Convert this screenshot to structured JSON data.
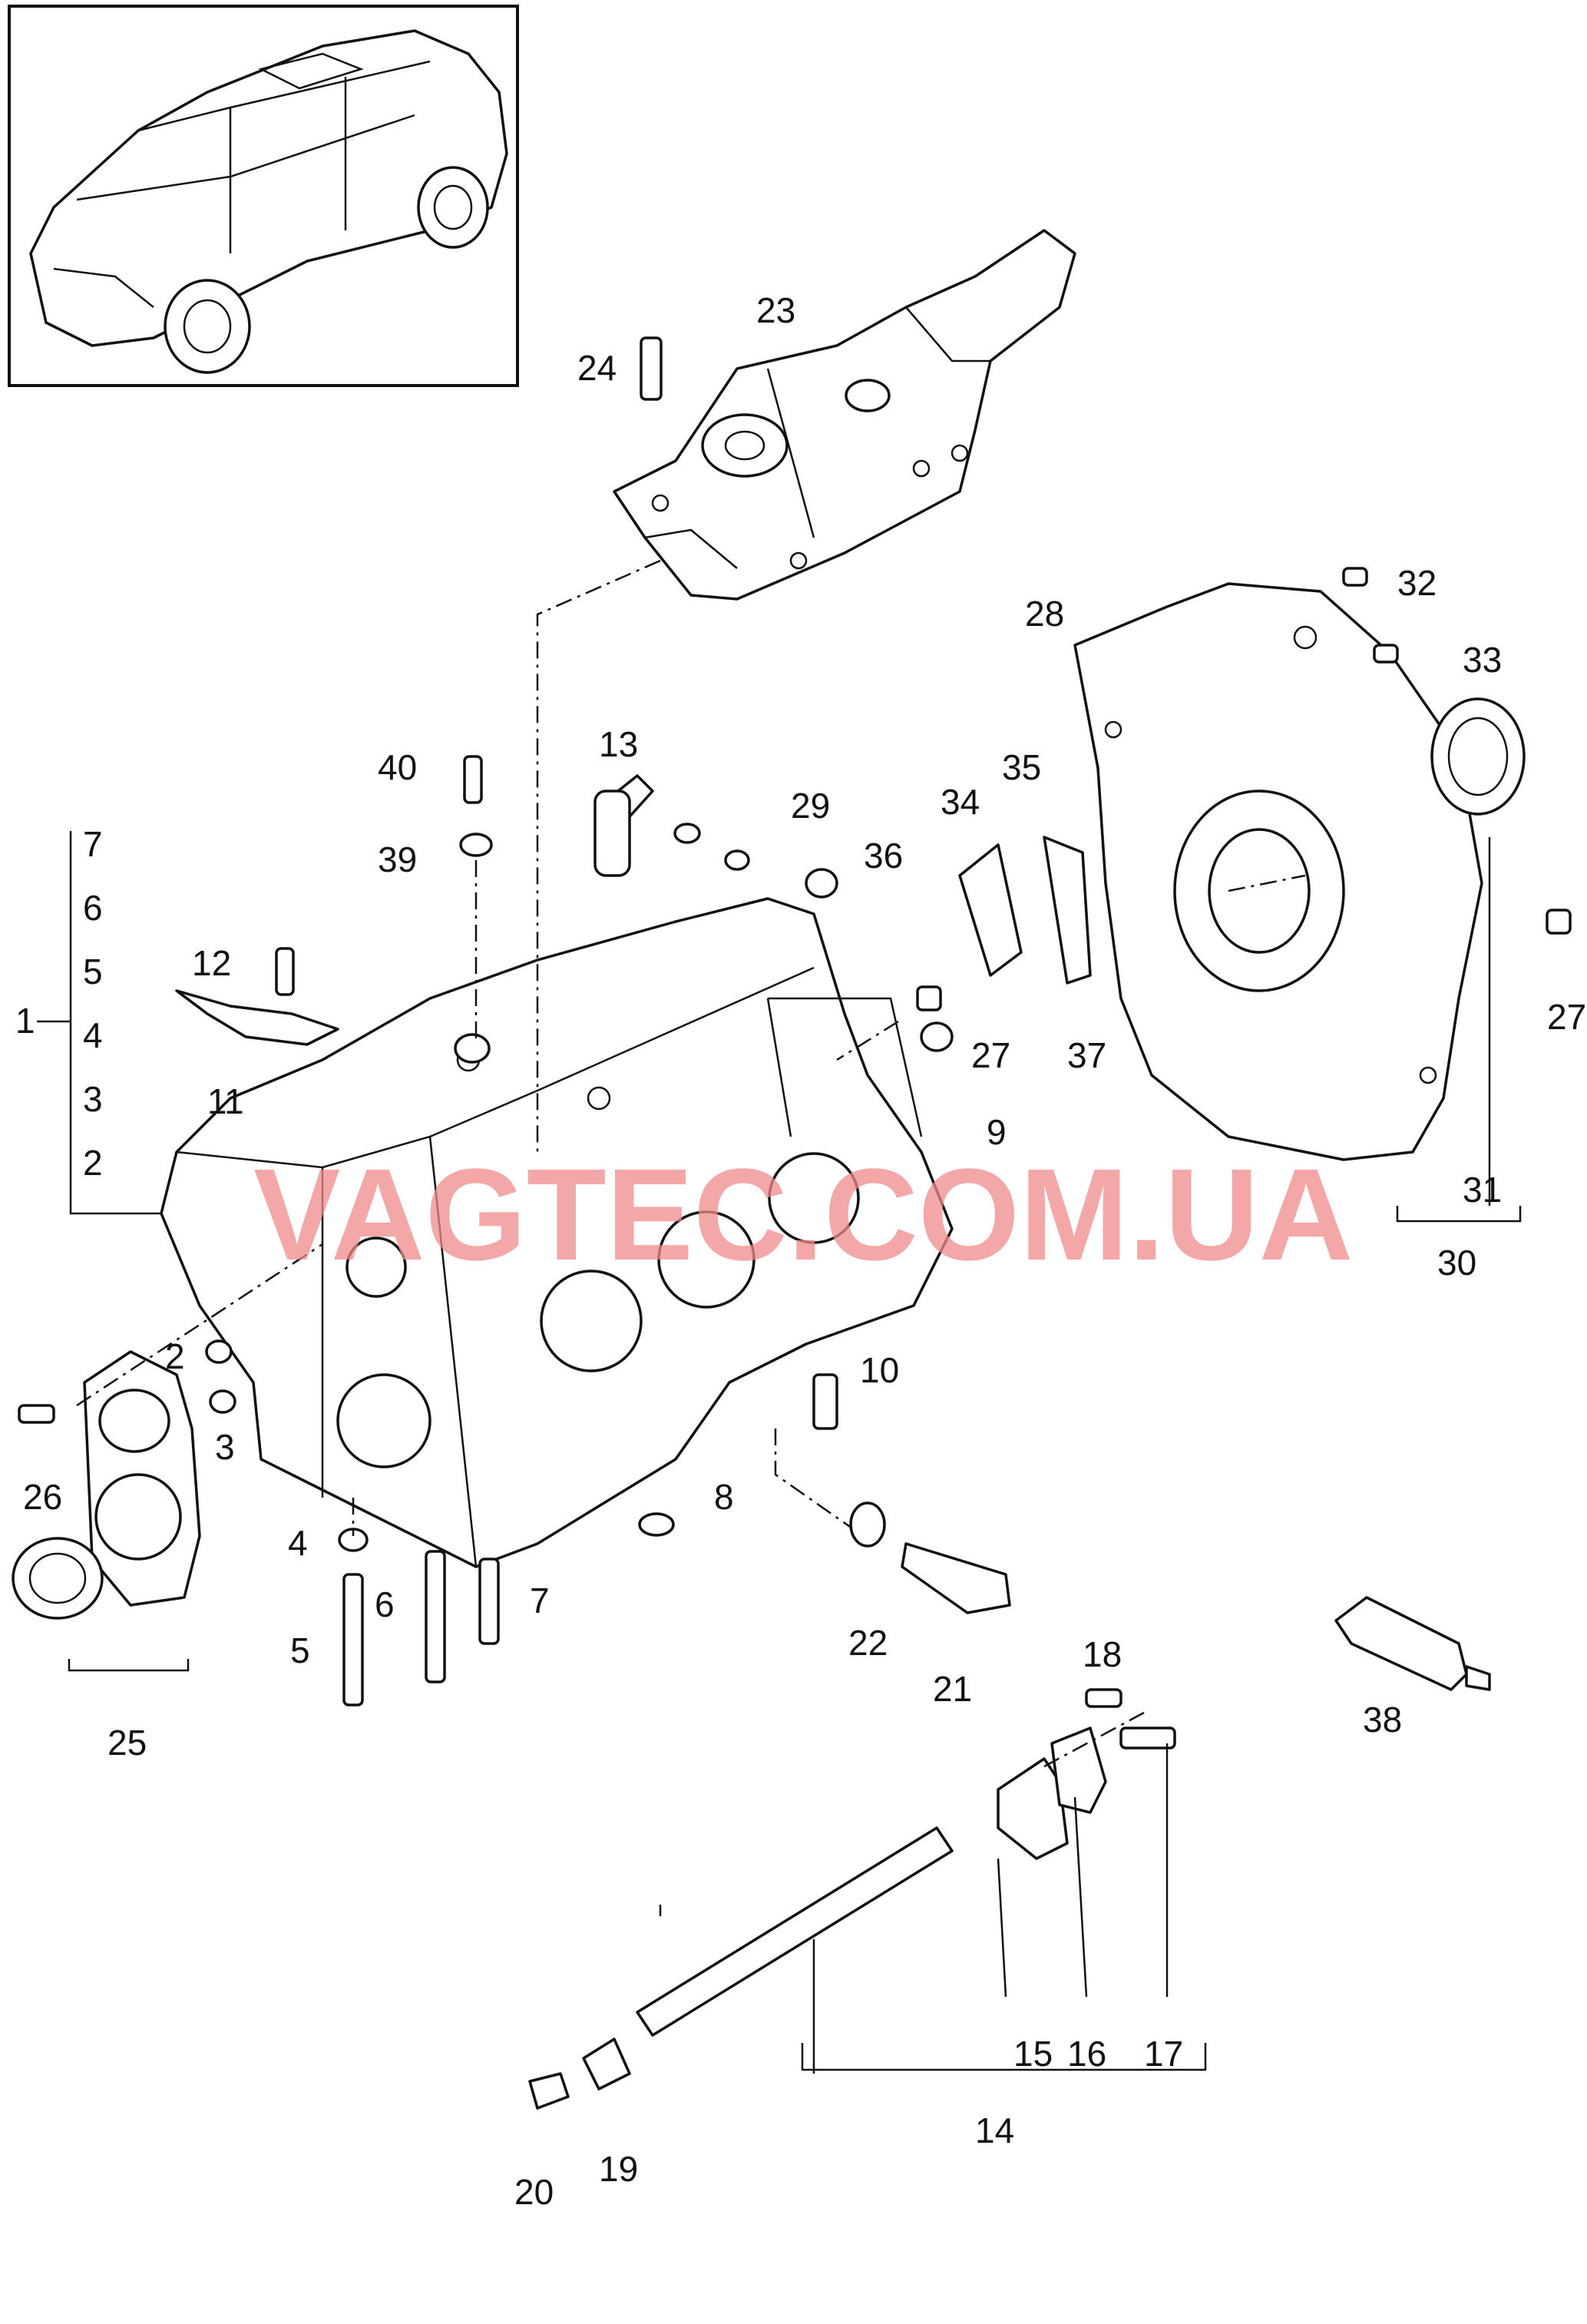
{
  "watermark": "VAGTEC.COM.UA",
  "callouts": [
    "1",
    "2",
    "3",
    "4",
    "5",
    "6",
    "7",
    "2",
    "3",
    "4",
    "5",
    "6",
    "7",
    "8",
    "9",
    "10",
    "11",
    "12",
    "13",
    "14",
    "15",
    "16",
    "17",
    "18",
    "19",
    "20",
    "21",
    "22",
    "23",
    "24",
    "25",
    "26",
    "27",
    "27",
    "28",
    "29",
    "30",
    "31",
    "32",
    "33",
    "34",
    "35",
    "36",
    "37",
    "38",
    "39",
    "40"
  ],
  "parts": {
    "vehicle": "vehicle-thumbnail",
    "engine_block": "crankcase",
    "camshaft_cover": "upper-cover",
    "rear_cover": "rear-cover",
    "front_cover": "front-cover",
    "shaft": "intermediate-shaft",
    "tube": "sealant-tube"
  }
}
